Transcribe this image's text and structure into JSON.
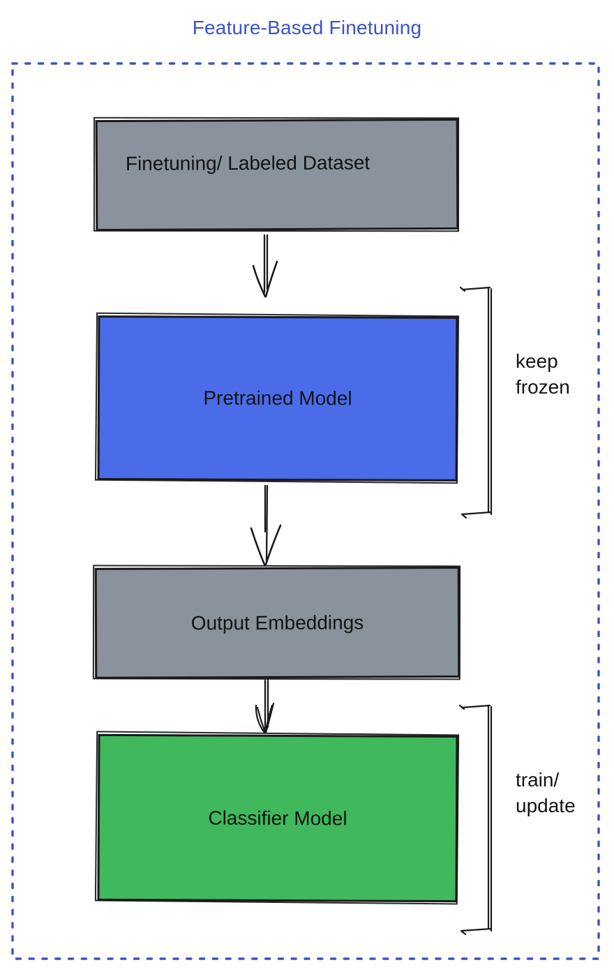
{
  "title": "Feature-Based Finetuning",
  "colors": {
    "title_text": "#3b52c8",
    "dashed_border": "#3c53c4",
    "gray_box": "#8a929d",
    "blue_box": "#4a6ce8",
    "green_box": "#40b85c",
    "sketch_stroke": "#1a1a1a",
    "label_text": "#141414"
  },
  "boxes": [
    {
      "id": "finetuning-dataset",
      "label": "Finetuning/ Labeled Dataset",
      "fill": "gray"
    },
    {
      "id": "pretrained-model",
      "label": "Pretrained Model",
      "fill": "blue"
    },
    {
      "id": "output-embeddings",
      "label": "Output Embeddings",
      "fill": "gray"
    },
    {
      "id": "classifier-model",
      "label": "Classifier Model",
      "fill": "green"
    }
  ],
  "annotations": [
    {
      "id": "keep-frozen",
      "lines": [
        "keep",
        "frozen"
      ]
    },
    {
      "id": "train-update",
      "lines": [
        "train/",
        "update"
      ]
    }
  ],
  "arrows": [
    {
      "from": "finetuning-dataset",
      "to": "pretrained-model"
    },
    {
      "from": "pretrained-model",
      "to": "output-embeddings"
    },
    {
      "from": "output-embeddings",
      "to": "classifier-model"
    }
  ]
}
